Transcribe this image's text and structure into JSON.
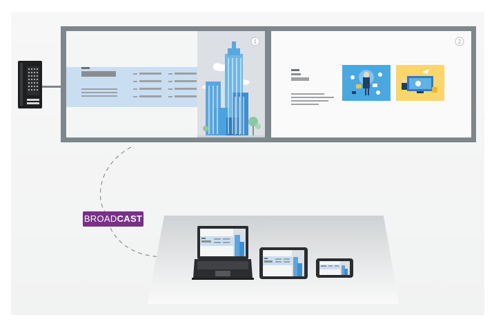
{
  "screens": [
    {
      "number": "1"
    },
    {
      "number": "2"
    }
  ],
  "broadcast": {
    "part1": "BROAD",
    "part2": "CAST"
  },
  "colors": {
    "frame": "#7d878c",
    "highlight": "#c9def0",
    "accent_purple": "#7b2f8a",
    "building_blue": "#4aa3df",
    "card_blue": "#4aa8e0",
    "card_yellow": "#fbd66d"
  },
  "icons": [
    "video-controller-icon",
    "laptop-icon",
    "tablet-icon",
    "phone-icon",
    "city-illustration",
    "business-illustration",
    "support-illustration"
  ]
}
